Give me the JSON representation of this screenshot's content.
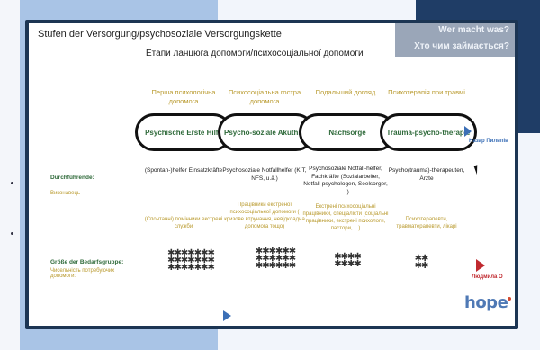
{
  "slide": {
    "title_de": "Stufen der Versorgung/psychosoziale Versorgungskette",
    "title_uk": "Етапи ланцюга допомоги/психосоціальної допомоги",
    "who_de": "Wer macht was?",
    "who_uk": "Хто чим займається?"
  },
  "stages": [
    {
      "uk": "Перша психологічна допомога",
      "de": "Psychische Erste Hilfe",
      "performers_de": "(Spontan-)helfer Einsatzkräfte",
      "performers_uk": "(Спонтанні) помічники екстрені служби",
      "crowd": "✱✱✱✱✱✱✱"
    },
    {
      "uk": "Психосоціальна гостра допомога",
      "de": "Psycho-soziale Akuthilfe",
      "performers_de": "Psychosoziale Notfallhelfer (KIT, NFS, u.ä.)",
      "performers_uk": "Працівники екстреної психосоціальної допомоги ( кризове втручання, невідкладна допомога тощо)",
      "crowd": "✱✱✱✱✱✱"
    },
    {
      "uk": "Подальший догляд",
      "de": "Nachsorge",
      "performers_de": "Psychosoziale Notfall-helfer, Fachkräfte (Sozialarbeiter, Notfall-psychologen, Seelsorger, ...)",
      "performers_uk": "Екстрені психосоціальні працівники, спеціалісти (соціальні працівники, екстрені психологи, пастори, ...)",
      "crowd": "✱✱✱✱"
    },
    {
      "uk": "Психотерапія при травмі",
      "de": "Trauma-psycho-therapie",
      "performers_de": "Psycho(trauma)-therapeuten, Ärzte",
      "performers_uk": "Психотерапевти, травматерапевти, лікарі",
      "crowd": "✱✱"
    }
  ],
  "rows": {
    "performers_de": "Durchführende:",
    "performers_uk": "Виконавець",
    "group_de": "Größe der Bedarfsgruppe:",
    "group_uk": "Чисельність потребуючих допомоги:"
  },
  "participants": {
    "nazar": "Назар Пилипів",
    "ludmila": "Людмила О"
  },
  "logo": "hope"
}
